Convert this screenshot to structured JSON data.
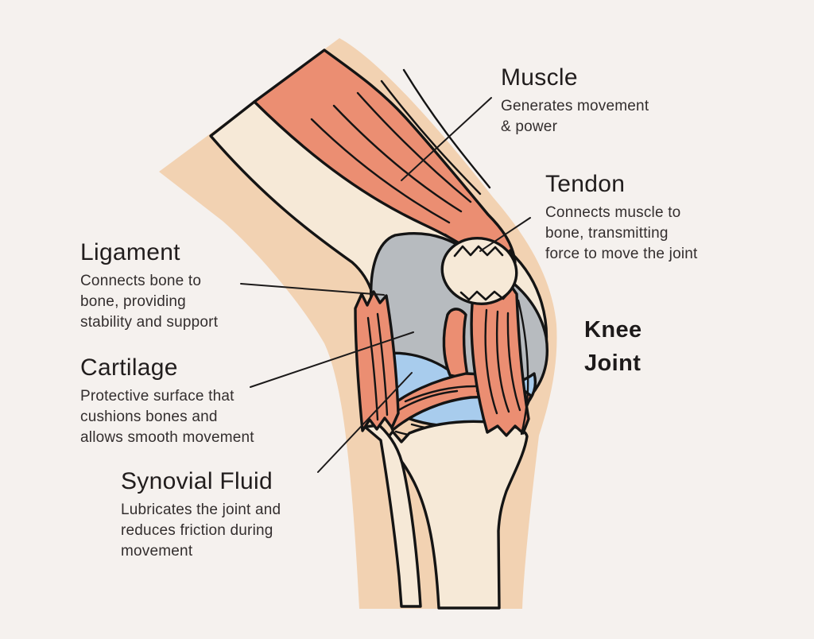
{
  "page": {
    "background_color": "#f5f1ee",
    "text_color": "#262222"
  },
  "diagram_title": {
    "line1": "Knee",
    "line2": "Joint"
  },
  "annotations": {
    "muscle": {
      "title": "Muscle",
      "lines": [
        "Generates movement",
        "& power"
      ]
    },
    "tendon": {
      "title": "Tendon",
      "lines": [
        "Connects muscle to",
        "bone, transmitting",
        "force to move the joint"
      ]
    },
    "ligament": {
      "title": "Ligament",
      "lines": [
        "Connects bone to",
        "bone, providing",
        "stability and support"
      ]
    },
    "cartilage": {
      "title": "Cartilage",
      "lines": [
        "Protective surface that",
        "cushions bones and",
        "allows smooth movement"
      ]
    },
    "synovial_fluid": {
      "title": "Synovial Fluid",
      "lines": [
        "Lubricates the joint and",
        "reduces friction during",
        "movement"
      ]
    }
  },
  "illustration": {
    "subject": "knee joint anatomy, side view of bent leg",
    "colors": {
      "skin": "#f2d2b2",
      "bone": "#f6e9d7",
      "muscle": "#eb8e72",
      "cartilage": "#b7bbbf",
      "synovial_fluid": "#a8cced",
      "outline": "#141414"
    }
  }
}
